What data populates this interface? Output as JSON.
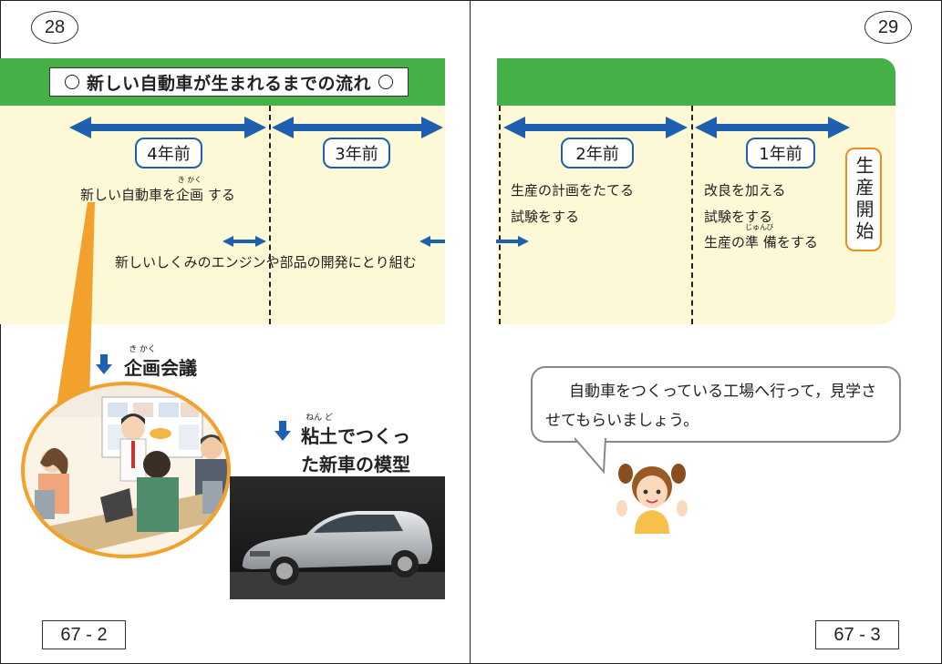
{
  "left_page": {
    "page_number": "28",
    "title": "新しい自動車が生まれるまでの流れ",
    "year_4": "4年前",
    "year_3": "3年前",
    "planning_text_before": "新しい自動車を",
    "planning_word": "企画",
    "planning_ruby": "き かく",
    "planning_text_after": "する",
    "research_text": "新しいしくみのエンジンや部品の開発にとり組む",
    "meeting_word": "企画",
    "meeting_ruby": "き かく",
    "meeting_rest": "会議",
    "clay_word": "粘土",
    "clay_ruby": "ねん ど",
    "clay_rest": "でつくっ",
    "clay_line2": "た新車の模型",
    "page_code": "67 - 2"
  },
  "right_page": {
    "page_number": "29",
    "year_2": "2年前",
    "year_1": "1年前",
    "plan_line1": "生産の計画をたてる",
    "plan_line2": "試験をする",
    "improve_line1": "改良を加える",
    "improve_line2": "試験をする",
    "improve_line3_a": "生産の",
    "improve_line3_word": "準",
    "improve_line3_ruby": "じゅん",
    "improve_line3_word2": "備",
    "improve_line3_ruby2": "び",
    "improve_line3_b": "をする",
    "production_start": "生産開始",
    "speech": "自動車をつくっている工場へ行って，見学させてもらいましょう。",
    "page_code": "67 - 3"
  },
  "colors": {
    "green_band": "#45b045",
    "cream_band": "#fdf8d6",
    "arrow_blue": "#1f5fb0",
    "orange": "#f08c1c"
  }
}
